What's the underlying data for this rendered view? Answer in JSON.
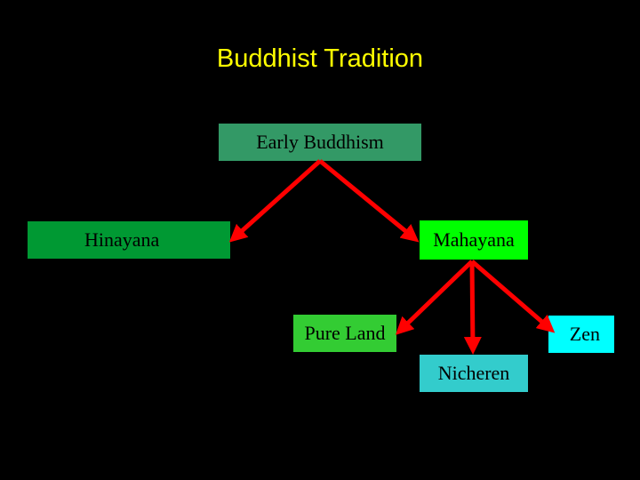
{
  "title": "Buddhist Tradition",
  "colors": {
    "background": "#000000",
    "title": "#FFFF00",
    "arrow": "#FF0000",
    "early_buddhism": "#339966",
    "hinayana": "#009933",
    "mahayana": "#00FF00",
    "pure_land": "#33CC33",
    "zen": "#00FFFF",
    "nicheren": "#33CCCC"
  },
  "nodes": {
    "early_buddhism": "Early Buddhism",
    "hinayana": "Hinayana",
    "mahayana": "Mahayana",
    "pure_land": "Pure Land",
    "zen": "Zen",
    "nicheren": "Nicheren"
  },
  "edges": [
    {
      "from": "early_buddhism",
      "to": "hinayana"
    },
    {
      "from": "early_buddhism",
      "to": "mahayana"
    },
    {
      "from": "mahayana",
      "to": "pure_land"
    },
    {
      "from": "mahayana",
      "to": "nicheren"
    },
    {
      "from": "mahayana",
      "to": "zen"
    }
  ]
}
